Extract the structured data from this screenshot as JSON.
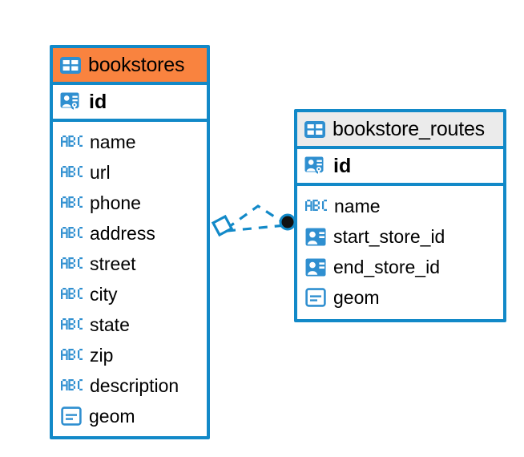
{
  "diagram": {
    "type": "entity-relationship-diagram",
    "background": "#ffffff",
    "accent_blue": "#1289c8",
    "accent_orange": "#f9833f",
    "accent_gray": "#ebebeb"
  },
  "tables": [
    {
      "name": "bookstores",
      "header_icon": "table-icon",
      "header_color": "#f9833f",
      "primary_key": {
        "label": "id",
        "icon": "primary-key-icon",
        "type": "pk"
      },
      "columns": [
        {
          "label": "name",
          "icon": "abc-icon",
          "type": "text"
        },
        {
          "label": "url",
          "icon": "abc-icon",
          "type": "text"
        },
        {
          "label": "phone",
          "icon": "abc-icon",
          "type": "text"
        },
        {
          "label": "address",
          "icon": "abc-icon",
          "type": "text"
        },
        {
          "label": "street",
          "icon": "abc-icon",
          "type": "text"
        },
        {
          "label": "city",
          "icon": "abc-icon",
          "type": "text"
        },
        {
          "label": "state",
          "icon": "abc-icon",
          "type": "text"
        },
        {
          "label": "zip",
          "icon": "abc-icon",
          "type": "text"
        },
        {
          "label": "description",
          "icon": "abc-icon",
          "type": "text"
        },
        {
          "label": "geom",
          "icon": "geometry-icon",
          "type": "geometry"
        }
      ]
    },
    {
      "name": "bookstore_routes",
      "header_icon": "table-icon",
      "header_color": "#ebebeb",
      "primary_key": {
        "label": "id",
        "icon": "primary-key-icon",
        "type": "pk"
      },
      "columns": [
        {
          "label": "name",
          "icon": "abc-icon",
          "type": "text"
        },
        {
          "label": "start_store_id",
          "icon": "foreign-key-icon",
          "type": "fk"
        },
        {
          "label": "end_store_id",
          "icon": "foreign-key-icon",
          "type": "fk"
        },
        {
          "label": "geom",
          "icon": "geometry-icon",
          "type": "geometry"
        }
      ]
    }
  ],
  "relationship": {
    "name": "bookstores-to-bookstore-routes",
    "style": "dashed",
    "color": "#1289c8",
    "source_marker": "diamond-endpoint",
    "target_marker": "filled-circle-endpoint",
    "branches": 2
  }
}
